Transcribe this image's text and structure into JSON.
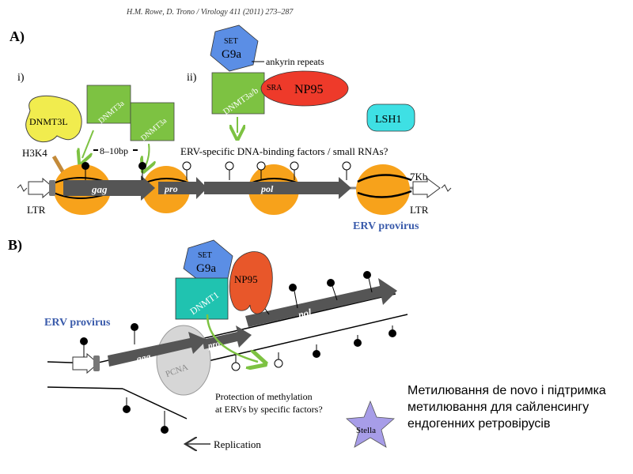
{
  "header": "H.M. Rowe, D. Trono / Virology 411 (2011) 273–287",
  "panelA": {
    "label": "A)",
    "sub_i": "i)",
    "sub_ii": "ii)",
    "dnmt3l": "DNMT3L",
    "dnmt3a_1": "DNMT3a",
    "dnmt3a_2": "DNMT3a",
    "spacing": "8–10bp",
    "h3k4": "H3K4",
    "set": "SET",
    "g9a": "G9a",
    "ankyrin": "ankyrin repeats",
    "dnmt3ab": "DNMT3a/b",
    "sra": "SRA",
    "np95": "NP95",
    "lsh1": "LSH1",
    "question": "ERV-specific DNA-binding factors / small RNAs?",
    "gag": "gag",
    "pro": "pro",
    "pol": "pol",
    "ltr_left": "LTR",
    "ltr_right": "LTR",
    "kb": "7Kb",
    "provirus": "ERV provirus"
  },
  "panelB": {
    "label": "B)",
    "set": "SET",
    "g9a": "G9a",
    "np95": "NP95",
    "dnmt1": "DNMT1",
    "provirus": "ERV provirus",
    "gag": "gag",
    "pro": "pro",
    "pol": "pol",
    "pcna": "PCNA",
    "protection_1": "Protection of methylation",
    "protection_2": "at ERVs by specific factors?",
    "stella": "Stella",
    "replication": "Replication"
  },
  "caption": "Метилювання de novo і підтримка метилювання для сайленсингу ендогенних ретровірусів",
  "colors": {
    "nucleosome": "#f7a21b",
    "dnmt3": "#7dc242",
    "dnmt3l": "#f1ec4e",
    "g9a": "#5b8ee5",
    "np95_a": "#ee3a2a",
    "np95_b": "#e8572a",
    "lsh1": "#3ee0e4",
    "dnmt1": "#20c3b0",
    "pcna": "#d6d6d6",
    "stella": "#a79de8",
    "gene_arrow": "#555555",
    "provirus_text": "#3a5bab"
  }
}
